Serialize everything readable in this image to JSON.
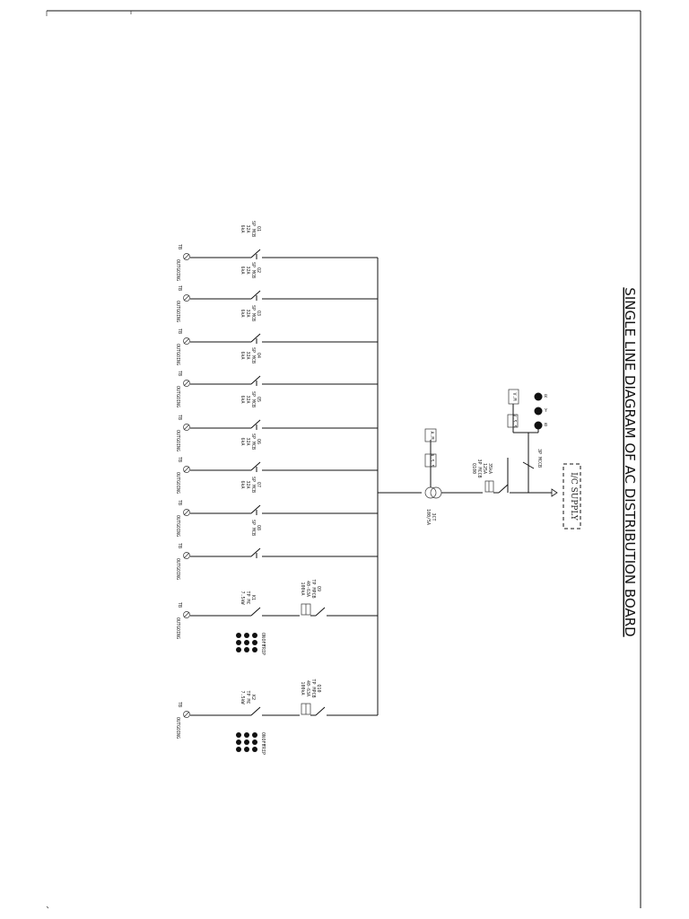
{
  "title": "SINGLE LINE DIAGRAM OF AC DISTRIBUTION BOARD",
  "incomer": {
    "supply_label": "I/C SUPPLY",
    "breaker_label": "3P MCCB",
    "mccb_labels": [
      "Q100",
      "3P MCCB",
      "125A",
      "35kA"
    ],
    "ct_labels": [
      "100/5A"
    ],
    "ct_label_top": "3CT",
    "ammeter": "A.M",
    "ammeter_switch": "A.S.S",
    "voltmeter": "V.M",
    "voltmeter_switch": "V.S.S",
    "phase_indicators": [
      "R",
      "Y",
      "B"
    ]
  },
  "outgoing": {
    "feeder_label": "OUTGOING",
    "terminal_label": "TB",
    "feeders": [
      {
        "id": "Q1",
        "device": "SP MCB",
        "rating": "32A",
        "ka": "6kA"
      },
      {
        "id": "Q2",
        "device": "SP MCB",
        "rating": "32A",
        "ka": "6kA"
      },
      {
        "id": "Q3",
        "device": "SP MCB",
        "rating": "32A",
        "ka": "6kA"
      },
      {
        "id": "Q4",
        "device": "SP MCB",
        "rating": "32A",
        "ka": "6kA"
      },
      {
        "id": "Q5",
        "device": "SP MCB",
        "rating": "32A",
        "ka": "6kA"
      },
      {
        "id": "Q6",
        "device": "SP MCB",
        "rating": "32A",
        "ka": "6kA"
      },
      {
        "id": "Q7",
        "device": "SP MCB",
        "rating": "32A",
        "ka": "6kA"
      },
      {
        "id": "Q8",
        "device": "SP MCB",
        "rating": "",
        "ka": ""
      }
    ],
    "motor_feeders": [
      {
        "id": "Q9",
        "contactor": "K1",
        "contactor_type": "TP MC",
        "contactor_rating": "7.5kW",
        "mpcb": "TP MPCB",
        "mpcb_range": "40-63A",
        "mpcb_ka": "100kA",
        "lamps": [
          "ON",
          "OFF",
          "TRIP"
        ]
      },
      {
        "id": "Q10",
        "contactor": "K2",
        "contactor_type": "TP MC",
        "contactor_rating": "7.5kW",
        "mpcb": "TP MPCB",
        "mpcb_range": "40-63A",
        "mpcb_ka": "100kA",
        "lamps": [
          "ON",
          "OFF",
          "TRIP"
        ]
      }
    ]
  }
}
